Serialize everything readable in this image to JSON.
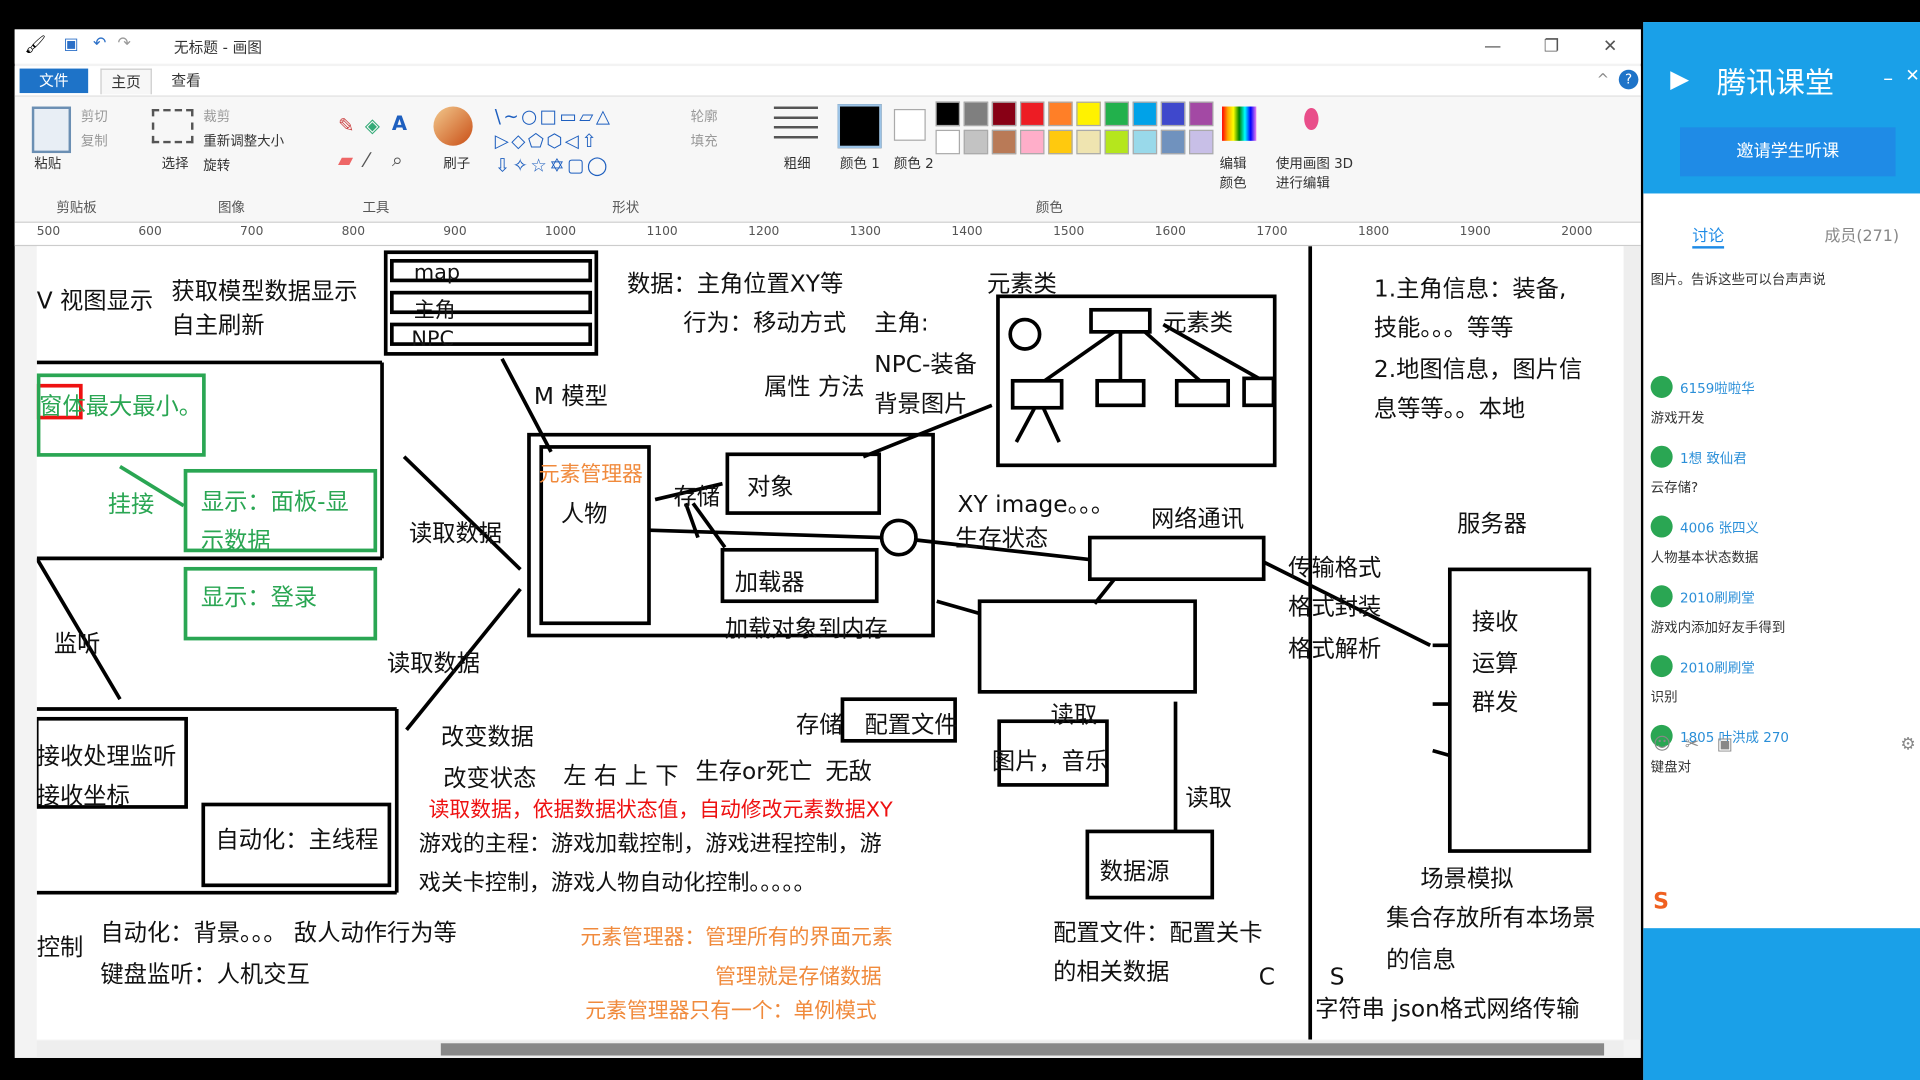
{
  "paint": {
    "title": "无标题 - 画图",
    "tabs": [
      "文件",
      "主页",
      "查看"
    ],
    "groups": [
      "剪贴板",
      "图像",
      "工具",
      "形状",
      "颜色"
    ],
    "ribbon": {
      "paste": "粘贴",
      "cut": "剪切",
      "copy": "复制",
      "crop": "裁剪",
      "resize": "重新调整大小",
      "rotate": "旋转",
      "select": "选择",
      "brush": "刷子",
      "outline": "轮廓",
      "fill": "填充",
      "size": "粗细",
      "color1": "颜色 1",
      "color2": "颜色 2",
      "edit_colors": "编辑颜色",
      "paint3d": "使用画图 3D 进行编辑"
    },
    "ruler": [
      "500",
      "600",
      "700",
      "800",
      "900",
      "1000",
      "1100",
      "1200",
      "1300",
      "1400",
      "1500",
      "1600",
      "1700",
      "1800",
      "1900",
      "2000"
    ],
    "palette": [
      "#000000",
      "#7f7f7f",
      "#880015",
      "#ed1c24",
      "#ff7f27",
      "#fff200",
      "#22b14c",
      "#00a2e8",
      "#3f48cc",
      "#a349a4",
      "#ffffff",
      "#c3c3c3",
      "#b97a57",
      "#ffaec9",
      "#ffc90e",
      "#efe4b0",
      "#b5e61d",
      "#99d9ea",
      "#7092be",
      "#c8bfe7"
    ]
  },
  "canvas": {
    "texts": {
      "view": "V 视图显示",
      "getdata": "获取模型数据显示",
      "autorefresh": "自主刷新",
      "map": "map",
      "hero": "主角",
      "npc": "NPC",
      "data": "数据：主角位置XY等",
      "behavior": "行为：移动方式",
      "hero2": "主角:",
      "npc_equip": "NPC-装备",
      "bgimage": "背景图片",
      "attr": "属性 方法",
      "mmodel": "M 模型",
      "element_class": "元素类",
      "element_class2": "元素类",
      "info1": "1.主角信息：装备,",
      "info2": "技能。。。等等",
      "info3": "2.地图信息，图片信",
      "info4": "息等等。。本地",
      "window": "窗体最大最小。",
      "hang": "挂接",
      "show_panel": "显示：面板-显",
      "show_data": "示数据",
      "show_login": "显示：登录",
      "read_data": "读取数据",
      "read_data2": "读取数据",
      "elmgr": "元素管理器",
      "person": "人物",
      "store": "存储",
      "object": "对象",
      "loader": "加载器",
      "loadmem": "加载对象到内存",
      "xyimg": "XY  image。。。",
      "alive": "生存状态",
      "net": "网络通讯",
      "server": "服务器",
      "trans1": "传输格式",
      "trans2": "格式封装",
      "trans3": "格式解析",
      "recv": "接收",
      "calc": "运算",
      "broadcast": "群发",
      "listen": "监听",
      "recvlisten": "接收处理监听",
      "recvcoord": "接收坐标",
      "auto_main": "自动化：主线程",
      "change_data": "改变数据",
      "change_state": "改变状态",
      "dirs": "左 右 上 下",
      "liveordie": "生存or死亡",
      "invincible": "无敌",
      "store2": "存储",
      "config": "配置文件",
      "read3": "读取",
      "picmusic": "图片，音乐",
      "read4": "读取",
      "datasrc": "数据源",
      "red_line": "读取数据，依据数据状态值，自动修改元素数据XY",
      "mainproc1": "游戏的主程：游戏加载控制，游戏进程控制，游",
      "mainproc2": "戏关卡控制，游戏人物自动化控制。。。。。",
      "control": "控制",
      "auto_bg": "自动化：背景。。。 敌人动作行为等",
      "keyboard": "键盘监听：人机交互",
      "orange1": "元素管理器：管理所有的界面元素",
      "orange2": "管理就是存储数据",
      "orange3": "元素管理器只有一个：单例模式",
      "config_level": "配置文件：配置关卡",
      "related": "的相关数据",
      "c": "C",
      "s": "S",
      "scene1": "场景模拟",
      "scene2": "集合存放所有本场景",
      "scene3": "的信息",
      "json": "字符串 json格式网络传输"
    }
  },
  "side": {
    "brand": "腾讯课堂",
    "invite": "邀请学生听课",
    "tabs": [
      "讨论",
      "成员(271)"
    ],
    "messages": [
      {
        "name": "",
        "text": "图片。告诉这些可以台声声说"
      },
      {
        "name": "6159啦啦华",
        "text": "游戏开发"
      },
      {
        "name": "1想 致仙君",
        "text": "云存储?"
      },
      {
        "name": "4006 张四义",
        "text": "人物基本状态数据"
      },
      {
        "name": "2010刷刷堂",
        "text": "游戏内添加好友手得到"
      },
      {
        "name": "2010刷刷堂",
        "text": "识别"
      },
      {
        "name": "1805 叶洪成 270",
        "text": "键盘对"
      }
    ]
  }
}
